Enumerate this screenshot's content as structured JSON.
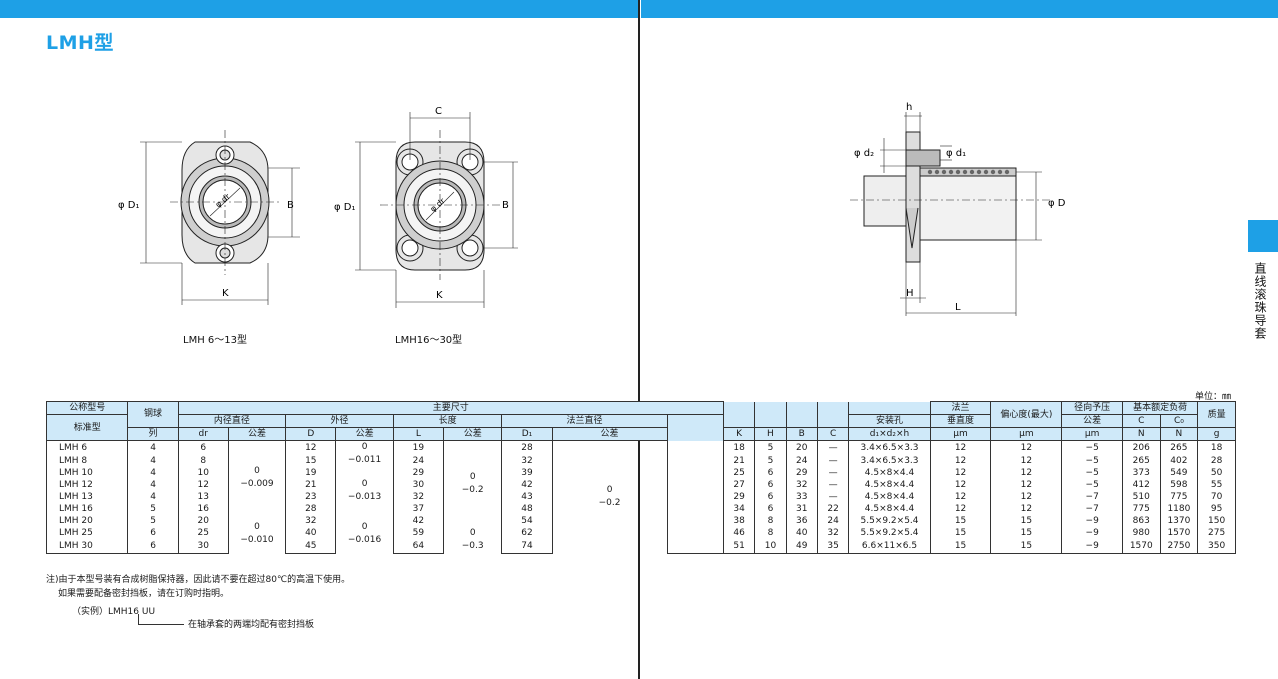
{
  "header": {
    "title": "LMH型"
  },
  "side_label": "直线滚珠导套",
  "drawings": {
    "left_caption": "LMH 6～13型",
    "right_caption": "LMH16～30型",
    "labels": {
      "D1": "φ D₁",
      "B": "B",
      "K": "K",
      "C": "C",
      "dr": "φ dr",
      "h": "h",
      "d2": "φ d₂",
      "d1": "φ d₁",
      "D": "φ D",
      "H": "H",
      "L": "L"
    }
  },
  "unit_note": "单位：㎜",
  "table": {
    "h1": {
      "model": "公称型号",
      "balls": "钢球",
      "main": "主要尺寸",
      "flange": "法兰",
      "ecc": "偏心度(最大)",
      "rad": "径向予压",
      "load": "基本额定负荷",
      "mass": "质量"
    },
    "h2": {
      "balls": "列",
      "inner": "内径直径",
      "outer": "外径",
      "length": "长度",
      "flange_dia": "法兰直径",
      "hole": "安装孔",
      "perp": "垂直度",
      "rad_tol": "公差",
      "C": "C",
      "C0": "C₀",
      "mass_unit": "g"
    },
    "h3": {
      "std": "标准型",
      "dr": "dr",
      "tol": "公差",
      "D": "D",
      "L": "L",
      "D1": "D₁",
      "K": "K",
      "H": "H",
      "B": "B",
      "C": "C",
      "hole_dims": "d₁×d₂×h",
      "um1": "μm",
      "um2": "μm",
      "um3": "μm",
      "N1": "N",
      "N2": "N"
    },
    "rows": [
      [
        "LMH 6",
        "4",
        "6",
        "12",
        "19",
        "28",
        "18",
        "5",
        "20",
        "—",
        "3.4×6.5×3.3",
        "12",
        "12",
        "−5",
        "206",
        "265",
        "18"
      ],
      [
        "LMH 8",
        "4",
        "8",
        "15",
        "24",
        "32",
        "21",
        "5",
        "24",
        "—",
        "3.4×6.5×3.3",
        "12",
        "12",
        "−5",
        "265",
        "402",
        "28"
      ],
      [
        "LMH 10",
        "4",
        "10",
        "19",
        "29",
        "39",
        "25",
        "6",
        "29",
        "—",
        "4.5×8×4.4",
        "12",
        "12",
        "−5",
        "373",
        "549",
        "50"
      ],
      [
        "LMH 12",
        "4",
        "12",
        "21",
        "30",
        "42",
        "27",
        "6",
        "32",
        "—",
        "4.5×8×4.4",
        "12",
        "12",
        "−5",
        "412",
        "598",
        "55"
      ],
      [
        "LMH 13",
        "4",
        "13",
        "23",
        "32",
        "43",
        "29",
        "6",
        "33",
        "—",
        "4.5×8×4.4",
        "12",
        "12",
        "−7",
        "510",
        "775",
        "70"
      ],
      [
        "LMH 16",
        "5",
        "16",
        "28",
        "37",
        "48",
        "34",
        "6",
        "31",
        "22",
        "4.5×8×4.4",
        "12",
        "12",
        "−7",
        "775",
        "1180",
        "95"
      ],
      [
        "LMH 20",
        "5",
        "20",
        "32",
        "42",
        "54",
        "38",
        "8",
        "36",
        "24",
        "5.5×9.2×5.4",
        "15",
        "15",
        "−9",
        "863",
        "1370",
        "150"
      ],
      [
        "LMH 25",
        "6",
        "25",
        "40",
        "59",
        "62",
        "46",
        "8",
        "40",
        "32",
        "5.5×9.2×5.4",
        "15",
        "15",
        "−9",
        "980",
        "1570",
        "275"
      ],
      [
        "LMH 30",
        "6",
        "30",
        "45",
        "64",
        "74",
        "51",
        "10",
        "49",
        "35",
        "6.6×11×6.5",
        "15",
        "15",
        "−9",
        "1570",
        "2750",
        "350"
      ]
    ],
    "merged": {
      "dr_tol_a": "0\n−0.009",
      "dr_tol_b": "0\n−0.010",
      "D_tol_a": "0\n−0.011",
      "D_tol_b": "0\n−0.013",
      "D_tol_c": "0\n−0.016",
      "L_tol_a": "0\n−0.2",
      "L_tol_b": "0\n−0.3",
      "D1_tol": "0\n−0.2"
    }
  },
  "notes": {
    "n1": "注)由于本型号装有合成树脂保持器，因此请不要在超过80℃的高温下使用。",
    "n2": "如果需要配备密封挡板，请在订购时指明。",
    "example": "（实例）LMH16 UU",
    "example_note": "在轴承套的两端均配有密封挡板"
  }
}
